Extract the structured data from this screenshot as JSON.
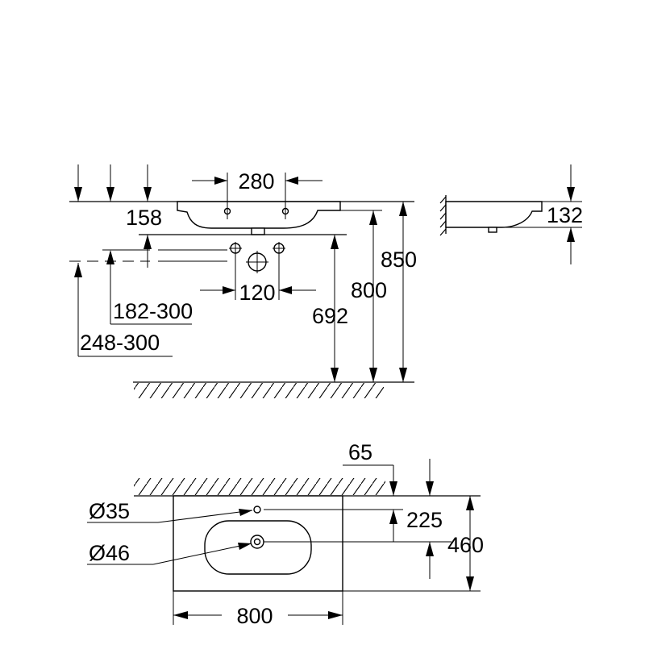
{
  "drawing": {
    "front_view": {
      "dims": {
        "tap_holes_spacing": "280",
        "rim_to_bracket": "158",
        "valve_spacing": "120",
        "height_182_300": "182-300",
        "height_248_300": "248-300",
        "height_692": "692",
        "height_800": "800",
        "height_850": "850"
      }
    },
    "side_view": {
      "dims": {
        "basin_depth": "132"
      }
    },
    "top_view": {
      "dims": {
        "wall_offset": "65",
        "tap_hole_dia": "Ø35",
        "waste_dia": "Ø46",
        "waste_from_wall": "225",
        "depth": "460",
        "width": "800"
      }
    }
  }
}
